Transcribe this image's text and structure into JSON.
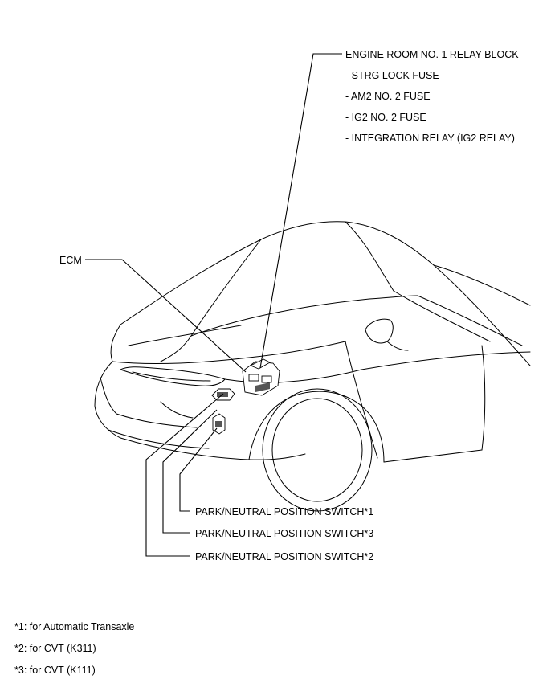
{
  "labels": {
    "relay_block": "ENGINE ROOM NO. 1 RELAY BLOCK",
    "relay_items": [
      "- STRG LOCK FUSE",
      "- AM2 NO. 2 FUSE",
      "- IG2 NO. 2 FUSE",
      "- INTEGRATION RELAY (IG2 RELAY)"
    ],
    "ecm": "ECM",
    "pnp_switch_1": "PARK/NEUTRAL POSITION SWITCH*1",
    "pnp_switch_3": "PARK/NEUTRAL POSITION SWITCH*3",
    "pnp_switch_2": "PARK/NEUTRAL POSITION SWITCH*2"
  },
  "footnotes": [
    "*1: for Automatic Transaxle",
    "*2: for CVT (K311)",
    "*3: for CVT (K111)"
  ]
}
